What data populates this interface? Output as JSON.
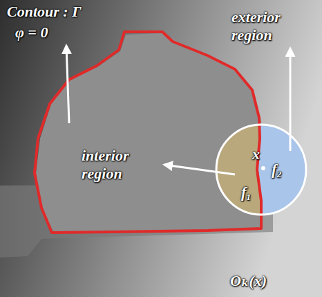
{
  "diagram": {
    "nodes": [
      {
        "text": [
          "x",
          "f₁",
          "f₂",
          "Oₖ(x)"
        ]
      }
    ],
    "labels": [
      "Contour : Γ",
      "φ = 0",
      "exterior region",
      "interior region"
    ]
  }
}
